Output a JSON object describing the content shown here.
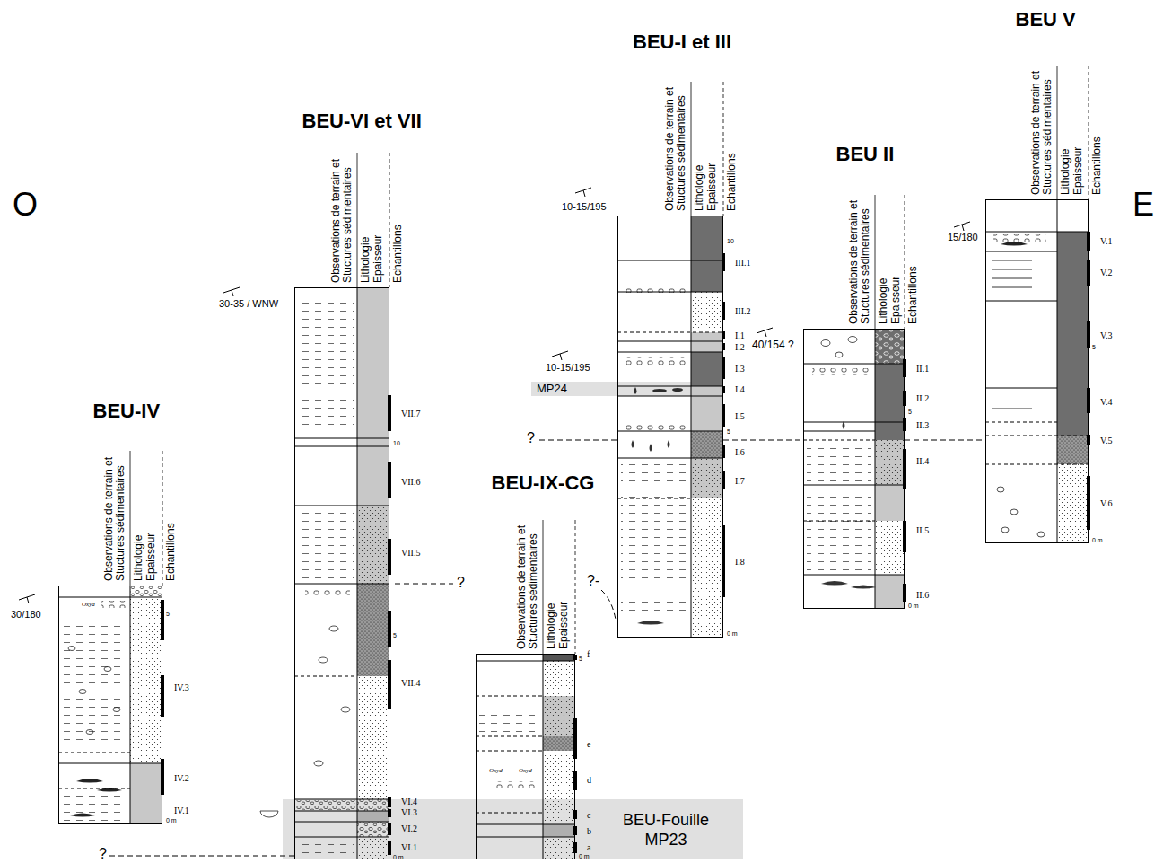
{
  "diagram": {
    "nodes": [
      {
        "text": [
          "BEU-IV",
          "Observations de terrain et Stuctures sédimentaires",
          "Lithologie",
          "Epaisseur",
          "Echantillons"
        ]
      },
      {
        "text": [
          "BEU-VI et VII",
          "Observations de terrain et Stuctures sédimentaires",
          "Lithologie",
          "Epaisseur",
          "Echantillons"
        ]
      },
      {
        "text": [
          "BEU-IX-CG",
          "Observations de terrain et Stuctures sédimentaires",
          "Lithologie",
          "Epaisseur"
        ]
      },
      {
        "text": [
          "BEU-I et III",
          "Observations de terrain et Stuctures sédimentaires",
          "Lithologie",
          "Epaisseur",
          "Echantillons"
        ]
      },
      {
        "text": [
          "BEU II",
          "Observations de terrain et Stuctures sédimentaires",
          "Lithologie",
          "Epaisseur",
          "Echantillons"
        ]
      },
      {
        "text": [
          "BEU V",
          "Observations de terrain et Stuctures sédimentaires",
          "Lithologie",
          "Epaisseur",
          "Echantillons"
        ]
      },
      {
        "text": [
          "MP24"
        ]
      },
      {
        "text": [
          "BEU-Fouille MP23"
        ]
      }
    ],
    "edges": [
      {
        "from": 3,
        "to": 4,
        "arrow": "none"
      },
      {
        "from": 4,
        "to": 5,
        "arrow": "none"
      }
    ],
    "labels": [
      "O",
      "E",
      "30/180",
      "30-35 / WNW",
      "10-15/195",
      "10-15/195",
      "40/154 ?",
      "15/180",
      "?",
      "?",
      "?-",
      "?",
      "Oxyd",
      "Oxyd",
      "Oxyd",
      "IV.3",
      "IV.2",
      "IV.1",
      "VII.7",
      "VII.6",
      "VII.5",
      "VII.4",
      "VI.4",
      "VI.3",
      "VI.2",
      "VI.1",
      "f",
      "e",
      "d",
      "c",
      "b",
      "a",
      "III.1",
      "III.2",
      "I.1",
      "I.2",
      "I.3",
      "I.4",
      "I.5",
      "I.6",
      "I.7",
      "I.8",
      "II.1",
      "II.2",
      "II.3",
      "II.4",
      "II.5",
      "II.6",
      "V.1",
      "V.2",
      "V.3",
      "V.4",
      "V.5",
      "V.6",
      "5",
      "0 m",
      "10",
      "5",
      "0 m",
      "5",
      "0 m",
      "10",
      "5",
      "0 m",
      "5",
      "0 m",
      "5",
      "0 m"
    ]
  }
}
